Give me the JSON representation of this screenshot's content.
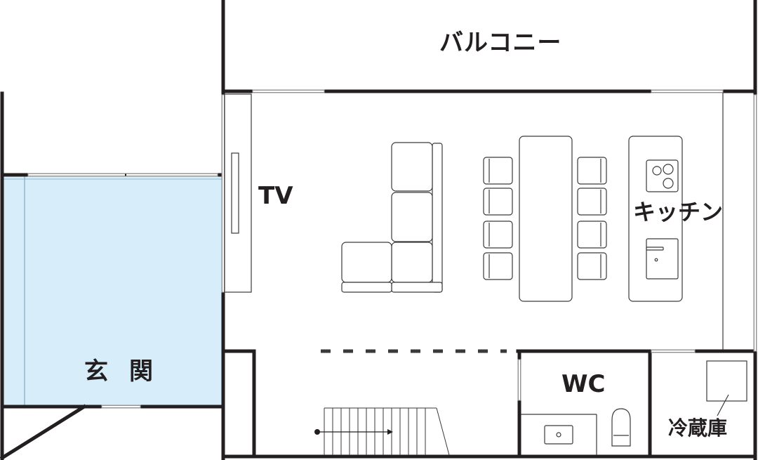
{
  "rooms": {
    "balcony": "バルコニー",
    "tv": "TV",
    "kitchen": "キッチン",
    "entrance": "玄関",
    "wc": "WC",
    "fridge": "冷蔵庫"
  },
  "colors": {
    "wall": "#231f20",
    "entrance_fill": "#d7eefa",
    "line": "#3a3a3a",
    "window": "#9a9a9a"
  }
}
